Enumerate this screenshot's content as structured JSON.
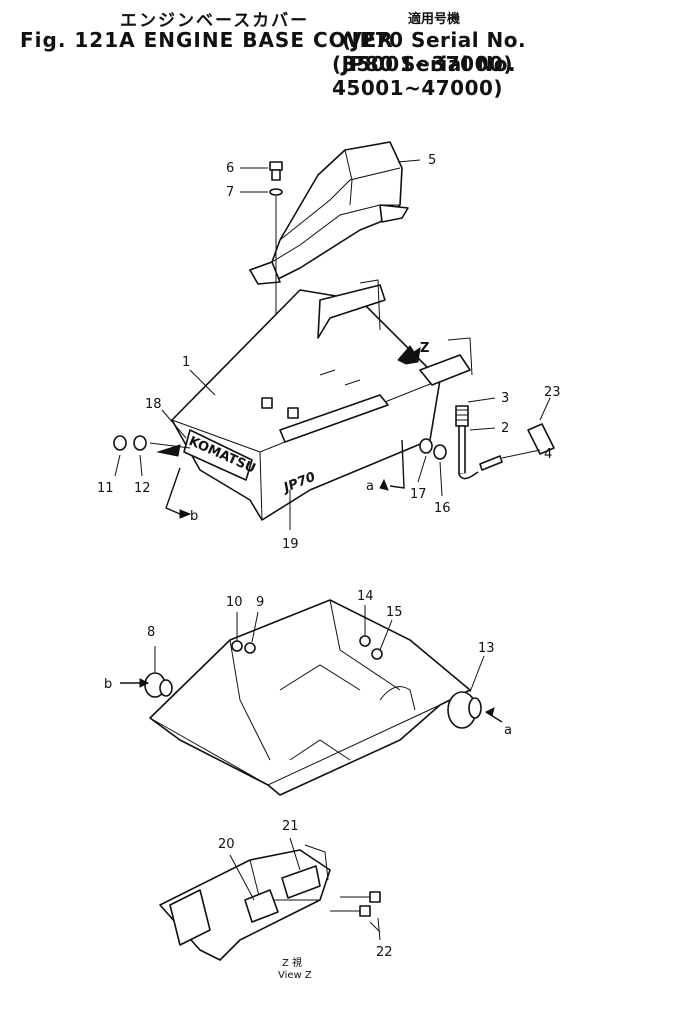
{
  "header": {
    "jp_title": "エンジンベースカバー",
    "applicable": "適用号機",
    "fig_title": "Fig. 121A ENGINE BASE COVER",
    "serial_1": "(JP70 Serial No. 35001~37000)",
    "serial_2": "(JP80 Serial No. 45001~47000)"
  },
  "callouts": {
    "c1": "1",
    "c2": "2",
    "c3": "3",
    "c4": "4",
    "c5": "5",
    "c6": "6",
    "c7": "7",
    "c8": "8",
    "c9": "9",
    "c10": "10",
    "c11": "11",
    "c12": "12",
    "c13": "13",
    "c14": "14",
    "c15": "15",
    "c16": "16",
    "c17": "17",
    "c18": "18",
    "c19": "19",
    "c20": "20",
    "c21": "21",
    "c22": "22",
    "c23": "23"
  },
  "markers": {
    "z": "Z",
    "a": "a",
    "b": "b",
    "a2": "a",
    "b2": "b"
  },
  "view": {
    "jp": "Z 視",
    "en": "View Z"
  },
  "cover_text": {
    "brand": "KOMATSU",
    "model": "JP70"
  }
}
